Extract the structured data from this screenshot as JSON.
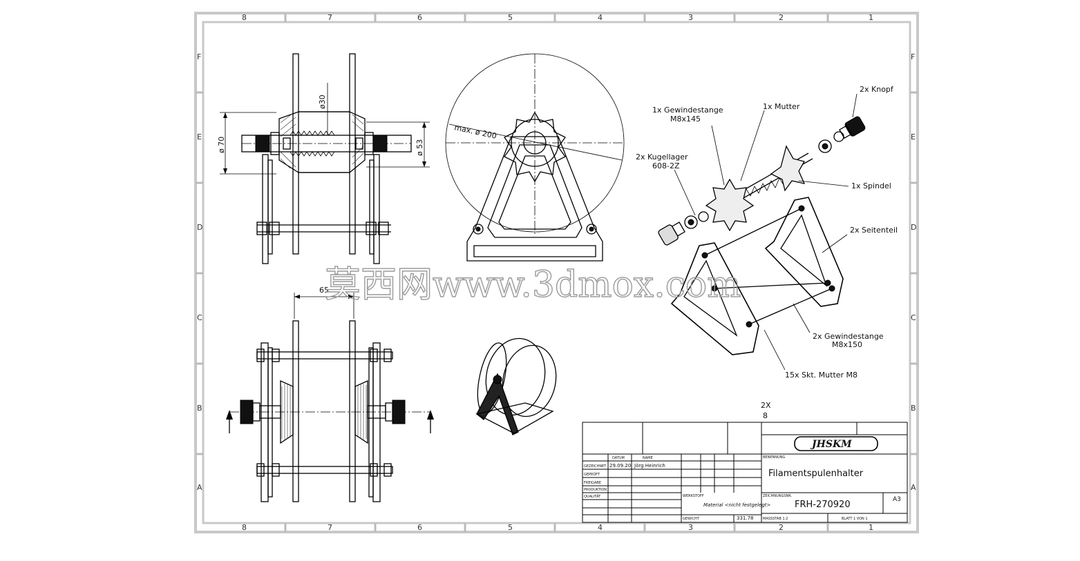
{
  "zones": {
    "columns": [
      "8",
      "7",
      "6",
      "5",
      "4",
      "3",
      "2",
      "1"
    ],
    "rows": [
      "F",
      "E",
      "D",
      "C",
      "B",
      "A"
    ]
  },
  "dimensions": {
    "d30": "ø30",
    "d70": "ø 70",
    "d53": "ø 53",
    "max200": "max. ø 200",
    "w65": "65"
  },
  "callouts": {
    "knopf": "2x Knopf",
    "gewindestange_m8_145_a": "1x Gewindestange",
    "gewindestange_m8_145_b": "M8x145",
    "mutter": "1x Mutter",
    "kugellager_a": "2x Kugellager",
    "kugellager_b": "608-2Z",
    "spindel": "1x Spindel",
    "seitenteil": "2x Seitenteil",
    "gewindestange_m8_150_a": "2x Gewindestange",
    "gewindestange_m8_150_b": "M8x150",
    "mutter_m8": "15x Skt. Mutter M8"
  },
  "scale_note": {
    "line1": "2X",
    "line2": "8"
  },
  "watermark": "莫西网www.3dmox.com",
  "title_block": {
    "logo": "JHSKM",
    "date": "29.09.20",
    "author": "Jörg Heinrich",
    "title": "Filamentspulenhalter",
    "material": "Material <nicht festgelegt>",
    "drawing_number": "FRH-270920",
    "sheet_size": "A3",
    "weight": "331.78",
    "label_date": "DATUM",
    "label_name": "NAME",
    "label_title": "BENENNUNG",
    "label_number": "ZEICHNUNGSNR.",
    "label_material": "WERKSTOFF",
    "label_weight": "GEWICHT",
    "label_scale": "MASSSTAB 1:2",
    "label_sheet": "BLATT 1 VON 1",
    "label_drawn": "GEZEICHNET",
    "label_checked": "GEPRÜFT",
    "label_approved": "FREIGABE",
    "label_production": "PRODUKTION",
    "label_quality": "QUALITÄT"
  }
}
